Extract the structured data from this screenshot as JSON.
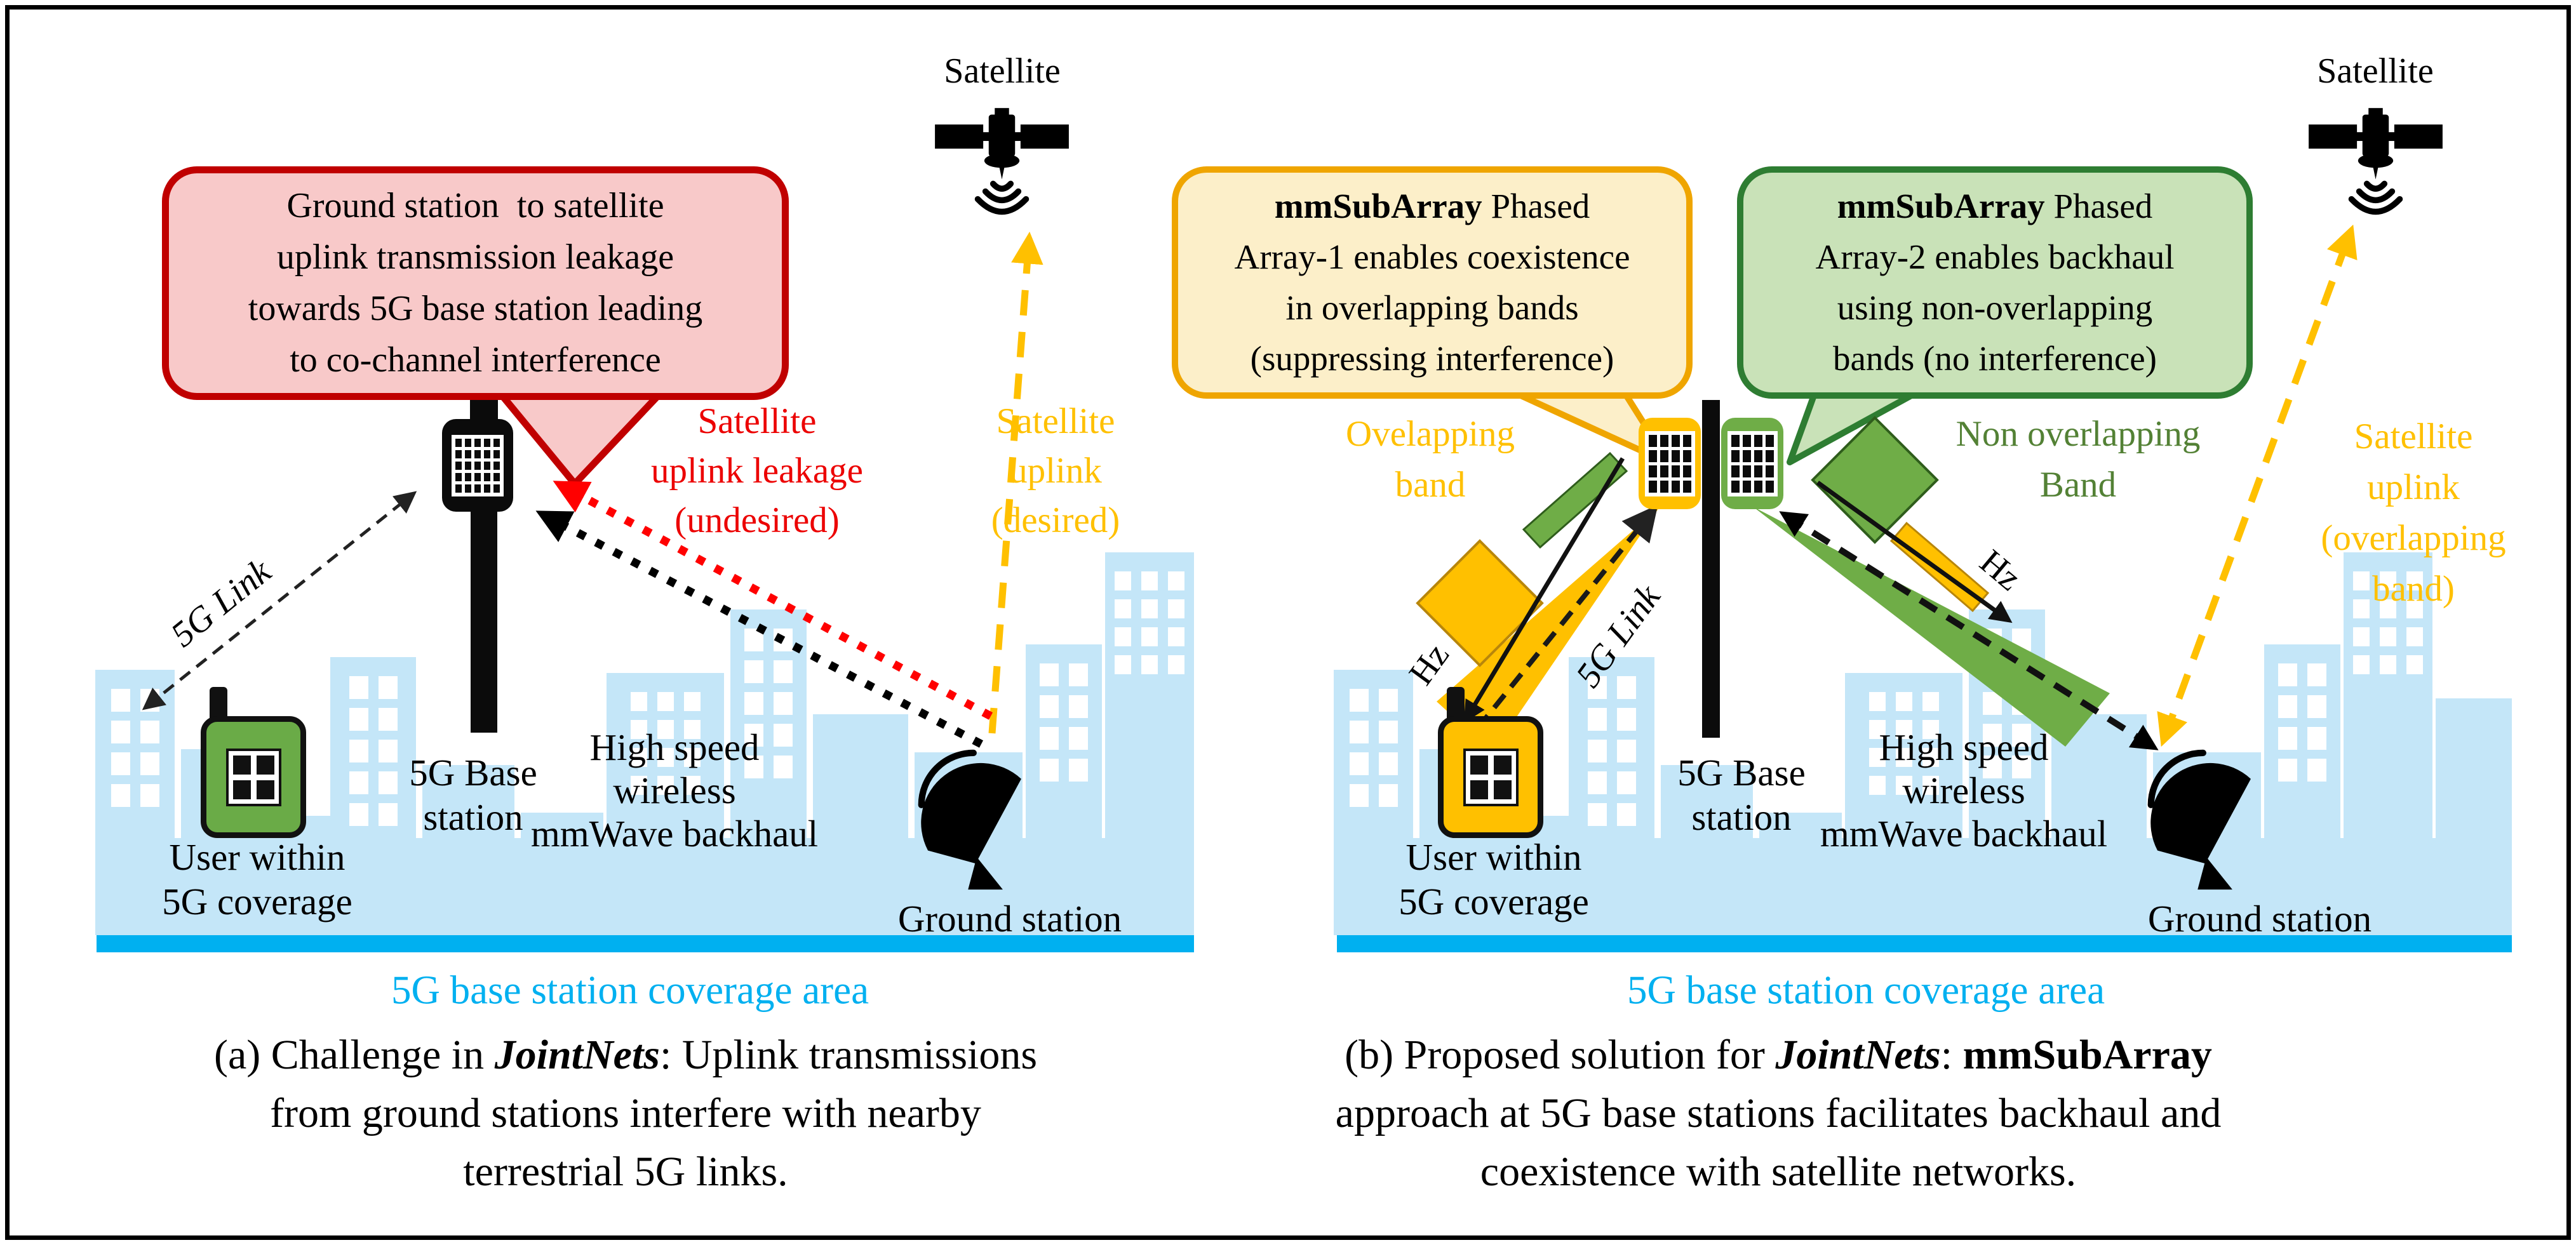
{
  "colors": {
    "accent_yellow": "#ffc000",
    "accent_green": "#6fad47",
    "accent_red": "#c00000",
    "cyan": "#00b0f0",
    "sky": "#c4e6f8"
  },
  "panel_a": {
    "satellite_label": "Satellite",
    "callout": {
      "l1": "Ground station  to satellite",
      "l2": "uplink transmission leakage",
      "l3": "towards 5G base station leading",
      "l4": "to co-channel interference"
    },
    "leakage_label": {
      "l1": "Satellite",
      "l2": "uplink leakage",
      "l3": "(undesired)"
    },
    "uplink_label": {
      "l1": "Satellite",
      "l2": "uplink",
      "l3": "(desired)"
    },
    "link_label": "5G Link",
    "base_station_label": {
      "l1": "5G Base",
      "l2": "station"
    },
    "user_label": {
      "l1": "User within",
      "l2": "5G coverage"
    },
    "backhaul_label": {
      "l1": "High speed",
      "l2": "wireless",
      "l3": "mmWave backhaul"
    },
    "ground_station_label": "Ground station",
    "coverage_label": "5G base station coverage area",
    "caption": {
      "l1_1": "(a) Challenge in ",
      "l1_2": "JointNets",
      "l1_3": ": Uplink transmissions",
      "l2": "from ground stations interfere with nearby",
      "l3": "terrestrial 5G links."
    }
  },
  "panel_b": {
    "satellite_label": "Satellite",
    "callout1": {
      "b": "mmSubArray",
      "r": " Phased",
      "l2": "Array-1 enables coexistence",
      "l3": "in overlapping bands",
      "l4": "(suppressing interference)"
    },
    "callout2": {
      "b": "mmSubArray",
      "r": " Phased",
      "l2": "Array-2 enables backhaul",
      "l3": "using non-overlapping",
      "l4": "bands (no interference)"
    },
    "overlapping_band_label": {
      "l1": "Ovelapping",
      "l2": "band"
    },
    "non_overlapping_band_label": {
      "l1": "Non overlapping",
      "l2": "Band"
    },
    "hz_left": "Hz",
    "hz_right": "Hz",
    "link_label": "5G Link",
    "uplink_label": {
      "l1": "Satellite",
      "l2": "uplink",
      "l3": "(overlapping",
      "l4": "band)"
    },
    "base_station_label": {
      "l1": "5G Base",
      "l2": "station"
    },
    "user_label": {
      "l1": "User within",
      "l2": "5G coverage"
    },
    "backhaul_label": {
      "l1": "High speed",
      "l2": "wireless",
      "l3": "mmWave backhaul"
    },
    "ground_station_label": "Ground station",
    "coverage_label": "5G base station coverage area",
    "caption": {
      "l1_1": "(b) Proposed solution for ",
      "l1_2": "JointNets",
      "l1_3": ": ",
      "l1_4": "mmSubArray",
      "l2": "approach at 5G base stations facilitates backhaul and",
      "l3": "coexistence with satellite networks."
    }
  }
}
